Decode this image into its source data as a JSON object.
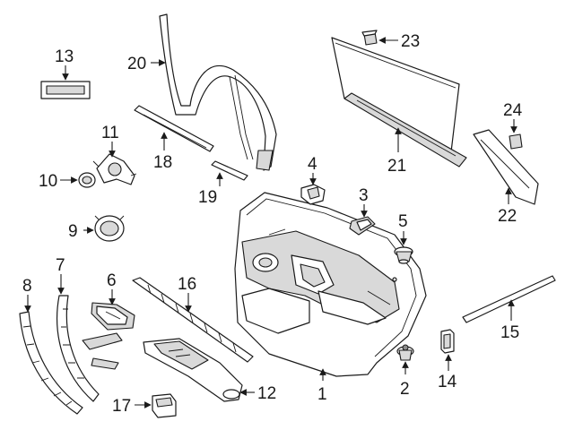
{
  "diagram": {
    "background": "#ffffff",
    "line_color": "#1a1a1a",
    "fill_color": "#d9d9d9",
    "callouts": [
      {
        "number": "1"
      },
      {
        "number": "2"
      },
      {
        "number": "3"
      },
      {
        "number": "4"
      },
      {
        "number": "5"
      },
      {
        "number": "6"
      },
      {
        "number": "7"
      },
      {
        "number": "8"
      },
      {
        "number": "9"
      },
      {
        "number": "10"
      },
      {
        "number": "11"
      },
      {
        "number": "12"
      },
      {
        "number": "13"
      },
      {
        "number": "14"
      },
      {
        "number": "15"
      },
      {
        "number": "16"
      },
      {
        "number": "17"
      },
      {
        "number": "18"
      },
      {
        "number": "19"
      },
      {
        "number": "20"
      },
      {
        "number": "21"
      },
      {
        "number": "22"
      },
      {
        "number": "23"
      },
      {
        "number": "24"
      }
    ]
  }
}
